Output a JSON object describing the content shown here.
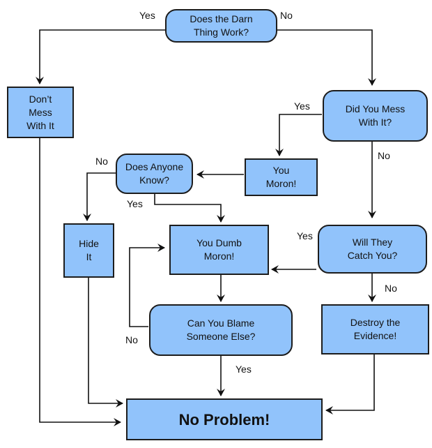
{
  "colors": {
    "node_fill": "#91c3fb",
    "border": "#1c1c1c",
    "line": "#111111"
  },
  "nodes": {
    "work": "Does the Darn\nThing Work?",
    "dont": "Don’t\nMess\nWith It",
    "mess": "Did You Mess\nWith It?",
    "moron": "You\nMoron!",
    "anyone": "Does Anyone\nKnow?",
    "hide": "Hide\nIt",
    "dumb": "You Dumb\nMoron!",
    "catch": "Will They\nCatch You?",
    "blame": "Can You Blame\nSomeone Else?",
    "destroy": "Destroy the\nEvidence!",
    "final": "No Problem!"
  },
  "labels": {
    "work_yes": "Yes",
    "work_no": "No",
    "mess_yes": "Yes",
    "mess_no": "No",
    "anyone_no": "No",
    "anyone_yes": "Yes",
    "catch_yes": "Yes",
    "catch_no": "No",
    "blame_no": "No",
    "blame_yes": "Yes"
  }
}
